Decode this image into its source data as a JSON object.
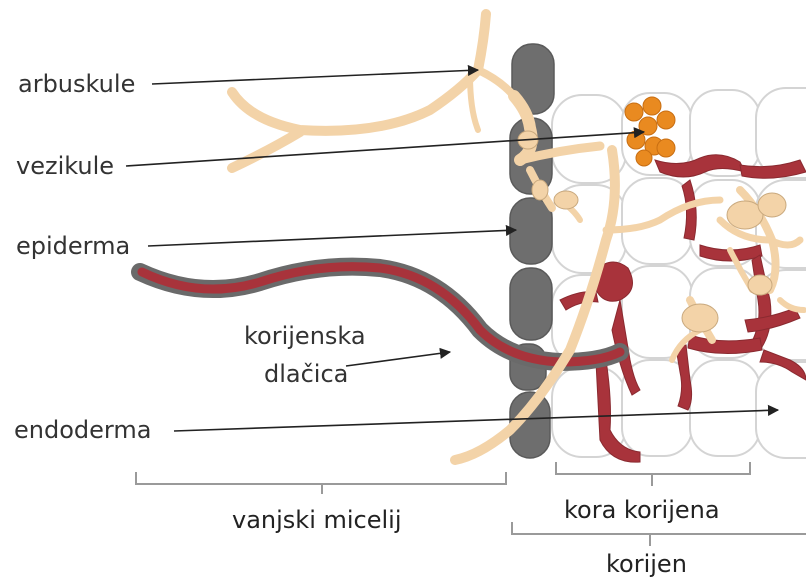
{
  "labels": {
    "arbuskule": "arbuskule",
    "vezikule": "vezikule",
    "epiderma": "epiderma",
    "korijenska_line1": "korijenska",
    "korijenska_line2": "dlačica",
    "endoderma": "endoderma",
    "vanjski_micelij": "vanjski micelij",
    "kora_korijena": "kora korijena",
    "korijen": "korijen"
  },
  "colors": {
    "fungus": "#f3d3a8",
    "fungus_stroke": "#b89a72",
    "epidermis_cell": "#6e6e6e",
    "root_hair": "#a8333b",
    "root_hair_outline": "#6a6a6a",
    "vesicle": "#e98a20",
    "cell_outline": "#d0d0d0",
    "text": "#333333"
  }
}
